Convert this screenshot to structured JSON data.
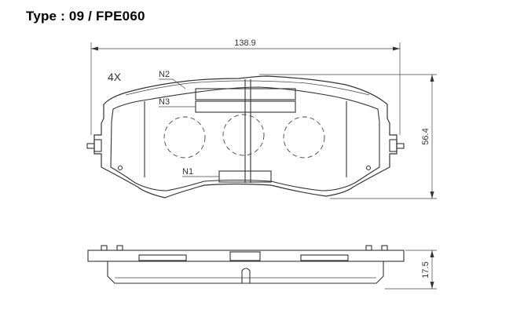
{
  "title": "Type : 09 / FPE060",
  "annotations": {
    "quantity": "4X",
    "width": "138.9",
    "height": "56.4",
    "thickness": "17.5"
  },
  "labels": {
    "n1": "N1",
    "n2": "N2",
    "n3": "N3"
  }
}
